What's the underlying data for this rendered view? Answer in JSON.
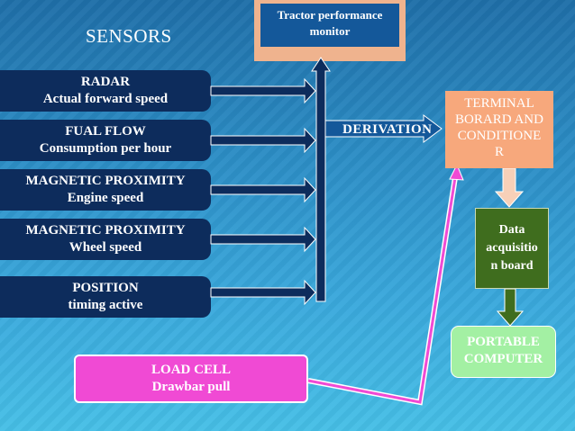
{
  "heading": "SENSORS",
  "sensors": [
    {
      "title": "RADAR",
      "subtitle": "Actual forward speed"
    },
    {
      "title": "FUAL FLOW",
      "subtitle": "Consumption per hour"
    },
    {
      "title": "MAGNETIC PROXIMITY",
      "subtitle": "Engine speed"
    },
    {
      "title": "MAGNETIC PROXIMITY",
      "subtitle": "Wheel speed"
    },
    {
      "title": "POSITION",
      "subtitle": "timing active"
    }
  ],
  "monitor": {
    "line1": "Tractor performance",
    "line2": "monitor"
  },
  "derivation": "DERIVATION",
  "terminal": {
    "line1": "TERMINAL",
    "line2": "BORARD AND",
    "line3": "CONDITIONE",
    "line4": "R"
  },
  "daq": {
    "line1": "Data",
    "line2": "acquisitio",
    "line3": "n board"
  },
  "computer": {
    "line1": "PORTABLE",
    "line2": "COMPUTER"
  },
  "load_cell": {
    "title": "LOAD CELL",
    "subtitle": "Drawbar pull"
  },
  "colors": {
    "sensor_box": "#0d2c5c",
    "monitor_border": "#efb38e",
    "monitor_fill": "#14589a",
    "terminal_fill": "#f7a87c",
    "daq_fill": "#3f6d1e",
    "computer_fill": "#a3f0a3",
    "load_cell_fill": "#f04ad4",
    "arrow_fill": "#0d2c5c"
  }
}
